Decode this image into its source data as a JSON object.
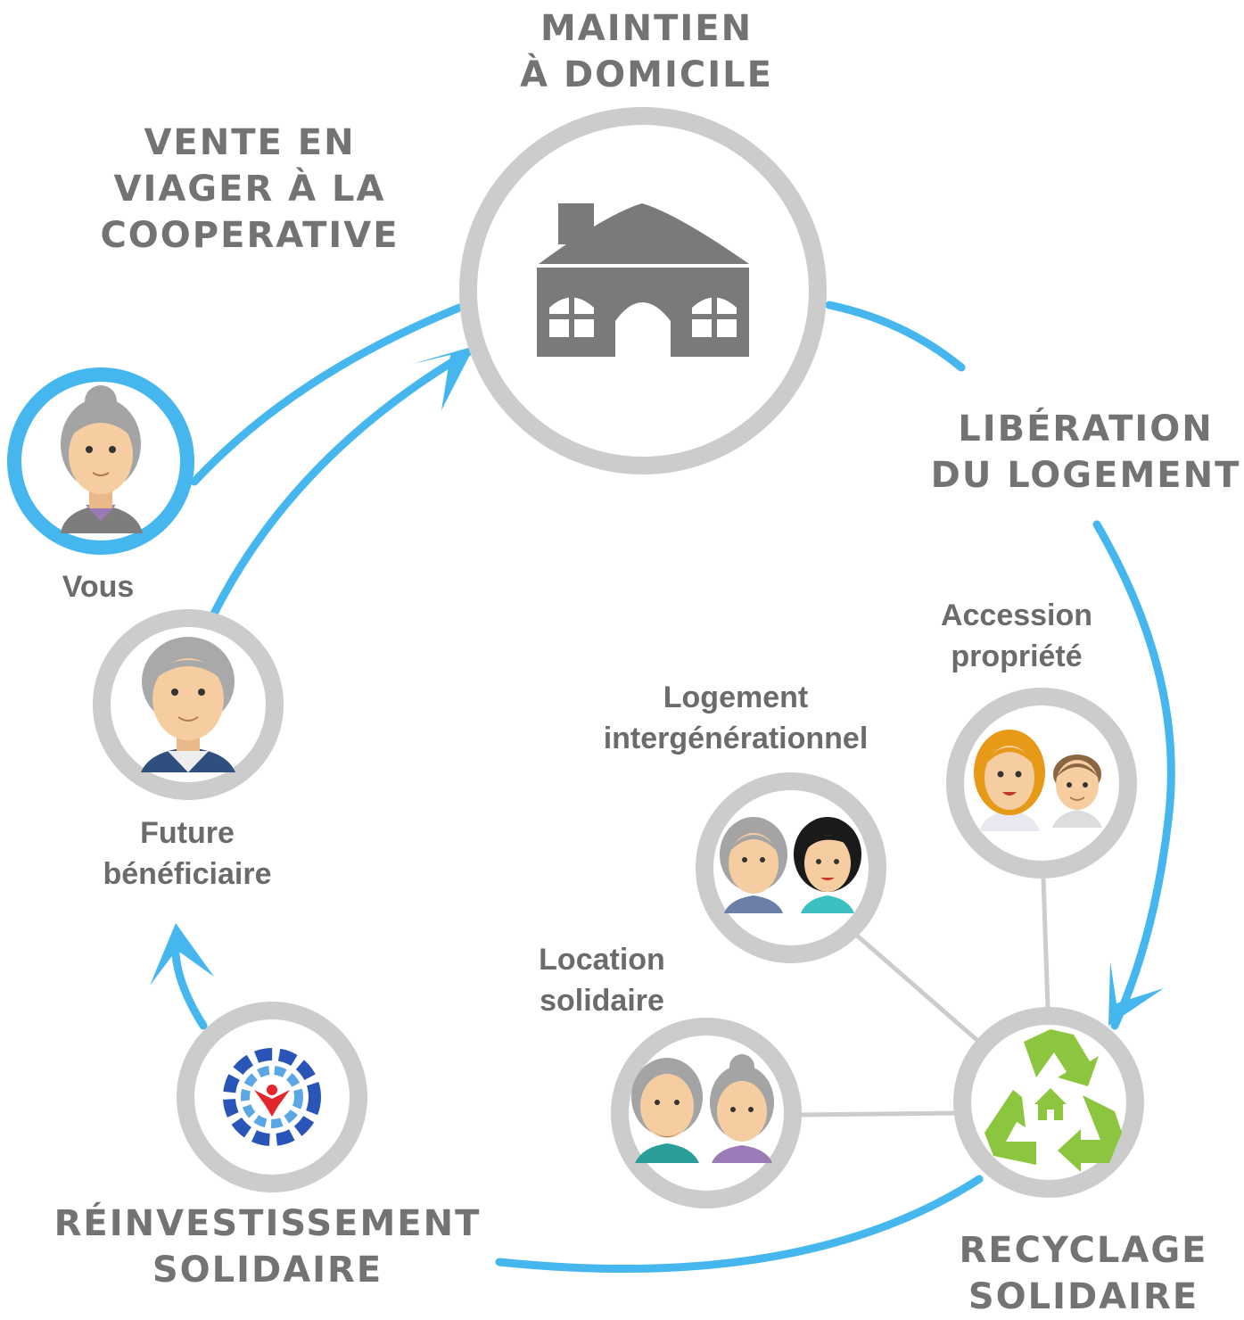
{
  "titles": {
    "maintien": [
      "MAINTIEN",
      "À DOMICILE"
    ],
    "vente": [
      "VENTE EN",
      "VIAGER À LA",
      "COOPERATIVE"
    ],
    "liberation": [
      "LIBÉRATION",
      "DU LOGEMENT"
    ],
    "recyclage": [
      "RECYCLAGE",
      "SOLIDAIRE"
    ],
    "reinvestissement": [
      "RÉINVESTISSEMENT",
      "SOLIDAIRE"
    ]
  },
  "labels": {
    "vous": "Vous",
    "future": [
      "Future",
      "bénéficiaire"
    ],
    "accession": [
      "Accession",
      "propriété"
    ],
    "logement": [
      "Logement",
      "intergénérationnel"
    ],
    "location": [
      "Location",
      "solidaire"
    ]
  },
  "colors": {
    "arrow": "#45b7ee",
    "ring": "#cccccc",
    "text": "#737373",
    "house": "#7a7a7a",
    "recycle": "#8cc63f"
  }
}
